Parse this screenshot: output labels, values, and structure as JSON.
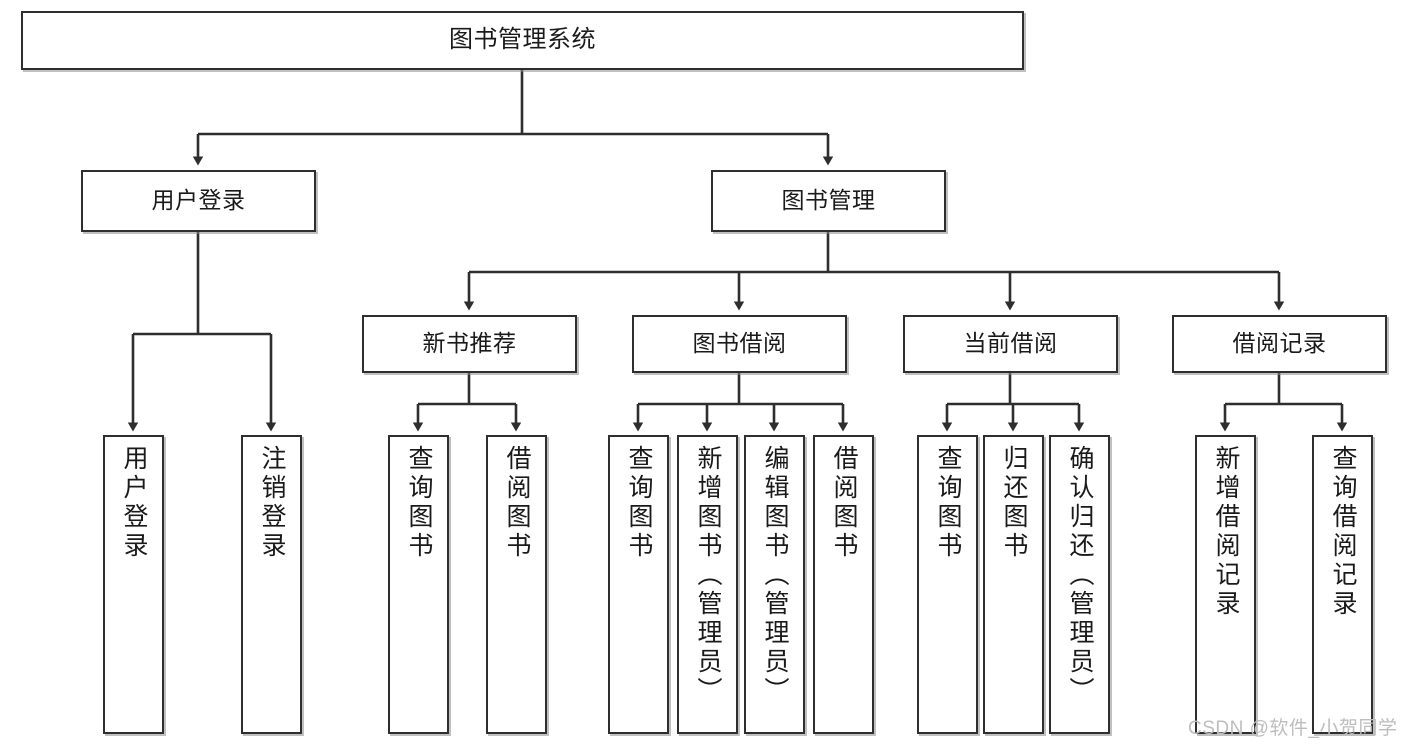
{
  "diagram": {
    "type": "tree",
    "title": "图书管理系统",
    "root": {
      "id": "root",
      "label": "图书管理系统"
    },
    "level2": [
      {
        "id": "user-login",
        "label": "用户登录"
      },
      {
        "id": "book-manage",
        "label": "图书管理"
      }
    ],
    "level3": [
      {
        "id": "new-book-rec",
        "label": "新书推荐",
        "parent": "book-manage"
      },
      {
        "id": "book-borrow",
        "label": "图书借阅",
        "parent": "book-manage"
      },
      {
        "id": "current-borrow",
        "label": "当前借阅",
        "parent": "book-manage"
      },
      {
        "id": "borrow-record",
        "label": "借阅记录",
        "parent": "book-manage"
      }
    ],
    "leaves": [
      {
        "id": "leaf-user-login",
        "label": "用户登录",
        "parent": "user-login"
      },
      {
        "id": "leaf-logout",
        "label": "注销登录",
        "parent": "user-login"
      },
      {
        "id": "leaf-query-book-1",
        "label": "查询图书",
        "parent": "new-book-rec"
      },
      {
        "id": "leaf-borrow-book-1",
        "label": "借阅图书",
        "parent": "new-book-rec"
      },
      {
        "id": "leaf-query-book-2",
        "label": "查询图书",
        "parent": "book-borrow"
      },
      {
        "id": "leaf-add-book",
        "label": "新增图书（管理员）",
        "parent": "book-borrow"
      },
      {
        "id": "leaf-edit-book",
        "label": "编辑图书（管理员）",
        "parent": "book-borrow"
      },
      {
        "id": "leaf-borrow-book-2",
        "label": "借阅图书",
        "parent": "book-borrow"
      },
      {
        "id": "leaf-query-book-3",
        "label": "查询图书",
        "parent": "current-borrow"
      },
      {
        "id": "leaf-return-book",
        "label": "归还图书",
        "parent": "current-borrow"
      },
      {
        "id": "leaf-confirm-return",
        "label": "确认归还（管理员）",
        "parent": "current-borrow"
      },
      {
        "id": "leaf-add-record",
        "label": "新增借阅记录",
        "parent": "borrow-record"
      },
      {
        "id": "leaf-query-record",
        "label": "查询借阅记录",
        "parent": "borrow-record"
      }
    ],
    "colors": {
      "stroke": "#2e2e2e",
      "fill": "#ffffff",
      "text": "#1a1a1a",
      "watermark": "#bdbdbd"
    }
  },
  "watermark": {
    "text": "CSDN @软件_小贺同学"
  }
}
